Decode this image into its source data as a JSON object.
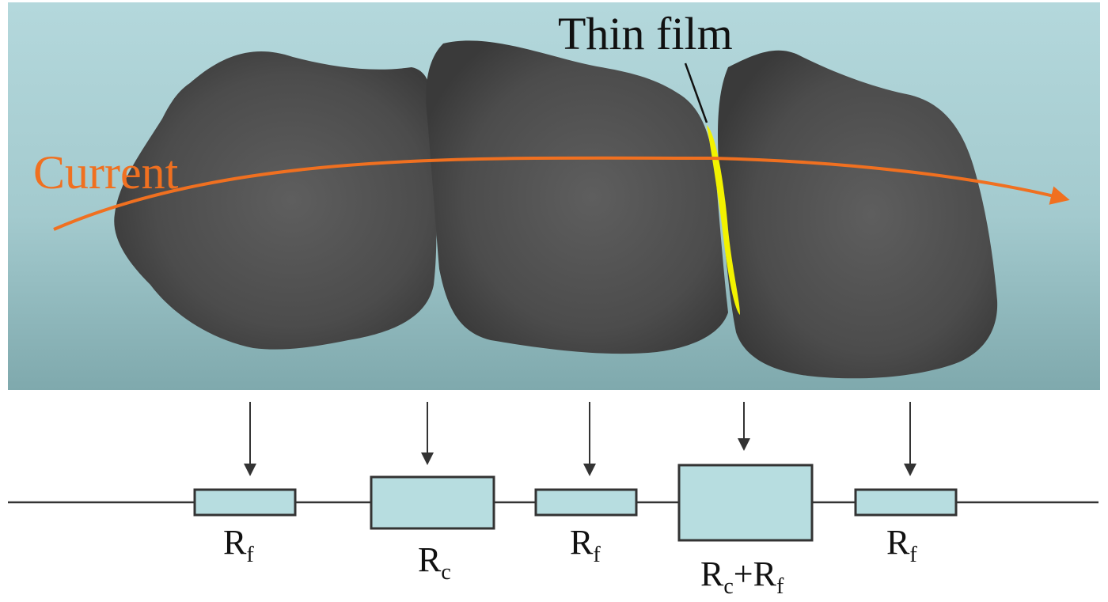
{
  "labels": {
    "thin_film": "Thin film",
    "current": "Current"
  },
  "resistors": [
    {
      "main": "R",
      "sub": "f"
    },
    {
      "main": "R",
      "sub": "c"
    },
    {
      "main": "R",
      "sub": "f"
    },
    {
      "main": "R",
      "sub": "c",
      "plus": "+",
      "main2": "R",
      "sub2": "f"
    },
    {
      "main": "R",
      "sub": "f"
    }
  ],
  "colors": {
    "panel_background": "#a9cfd2",
    "particle": "#4a4a4a",
    "thin_film": "#f2f200",
    "current": "#f07020",
    "resistor_fill": "#b7dde0",
    "wire": "#333333"
  }
}
